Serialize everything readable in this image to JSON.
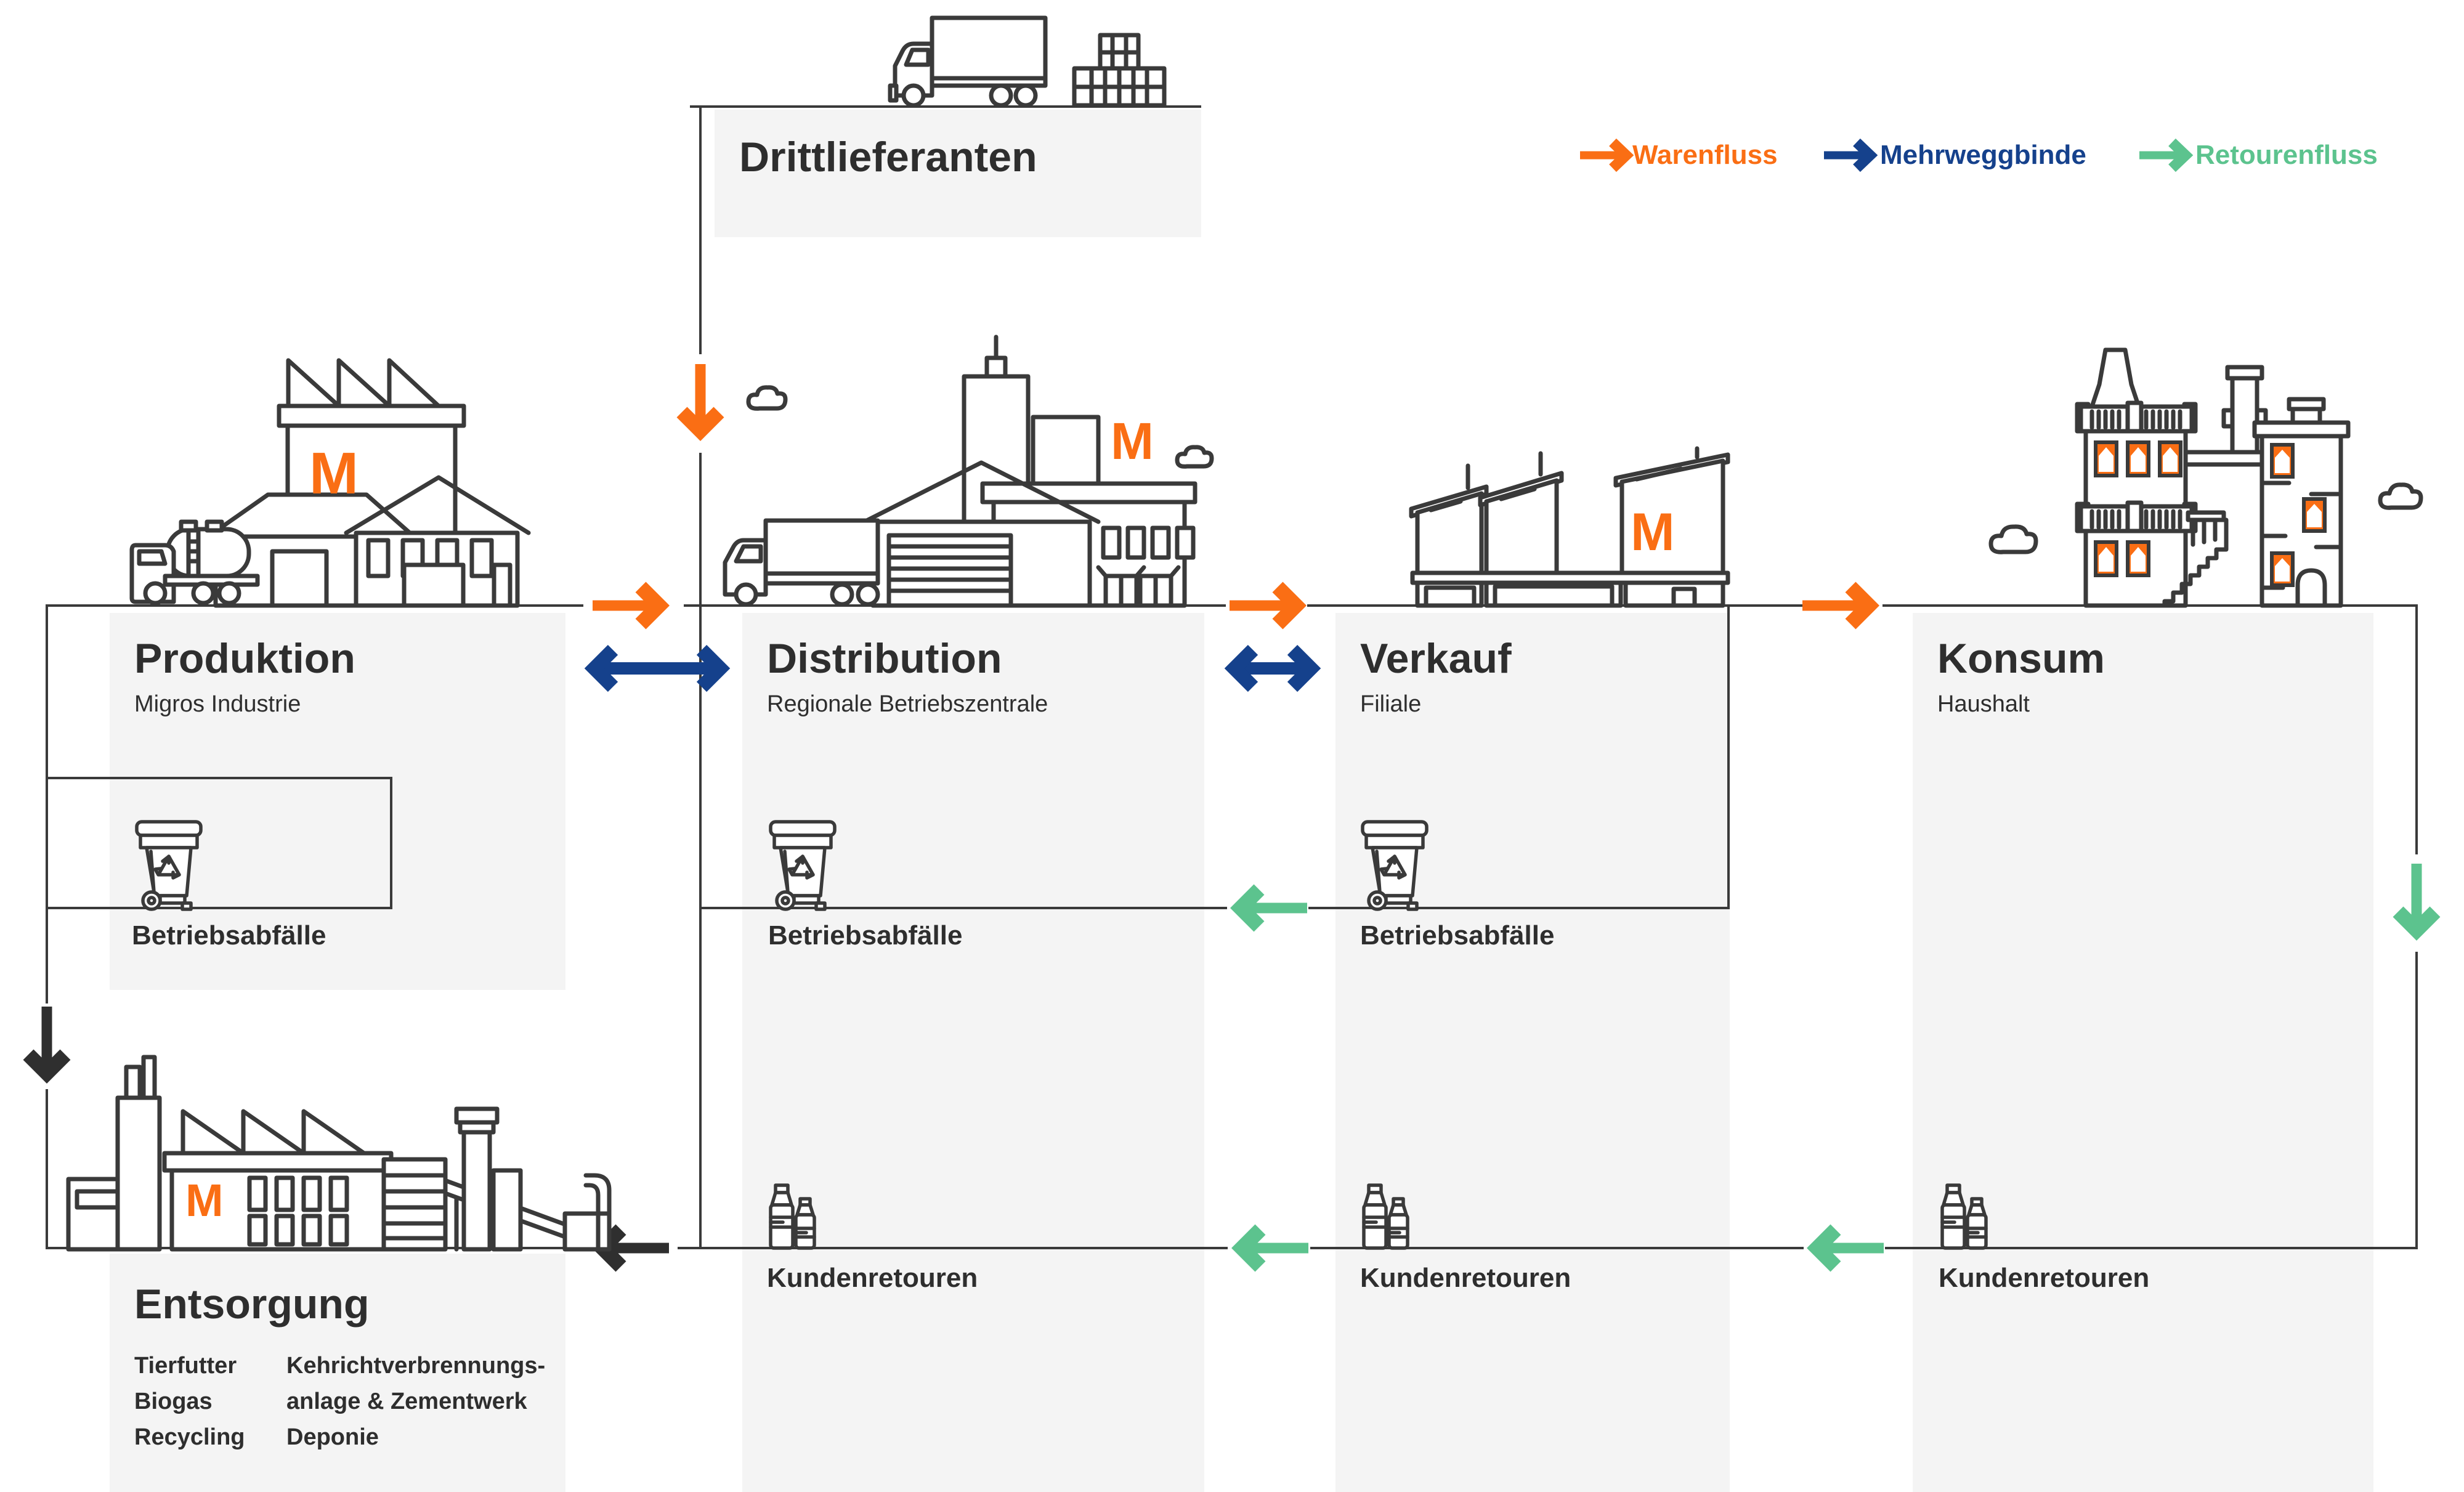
{
  "legend": {
    "items": [
      {
        "label": "Warenfluss",
        "color": "#FA6E14"
      },
      {
        "label": "Mehrweggbinde",
        "color": "#15418C"
      },
      {
        "label": "Retourenfluss",
        "color": "#5CC38E"
      }
    ]
  },
  "brand": {
    "logo_letter": "M",
    "logo_color": "#FA6E14"
  },
  "stages": {
    "drittlieferanten": {
      "title": "Drittlieferanten"
    },
    "produktion": {
      "title": "Produktion",
      "subtitle": "Migros Industrie",
      "waste_label": "Betriebsabfälle"
    },
    "distribution": {
      "title": "Distribution",
      "subtitle": "Regionale Betriebszentrale",
      "waste_label": "Betriebsabfälle",
      "returns_label": "Kundenretouren"
    },
    "verkauf": {
      "title": "Verkauf",
      "subtitle": "Filiale",
      "waste_label": "Betriebsabfälle",
      "returns_label": "Kundenretouren"
    },
    "konsum": {
      "title": "Konsum",
      "subtitle": "Haushalt",
      "returns_label": "Kundenretouren"
    },
    "entsorgung": {
      "title": "Entsorgung",
      "methods_col1": [
        "Tierfutter",
        "Biogas",
        "Recycling"
      ],
      "methods_col2": [
        "Kehrichtverbrennungs-",
        "anlage & Zementwerk",
        "Deponie"
      ]
    }
  },
  "colors": {
    "flow_goods": "#FA6E14",
    "flow_reusable": "#15418C",
    "flow_returns": "#5CC38E",
    "flow_disposal": "#2F2F2F",
    "line": "#3A3A3A",
    "panel_bg": "#F4F4F4",
    "text": "#2E2E2E"
  }
}
